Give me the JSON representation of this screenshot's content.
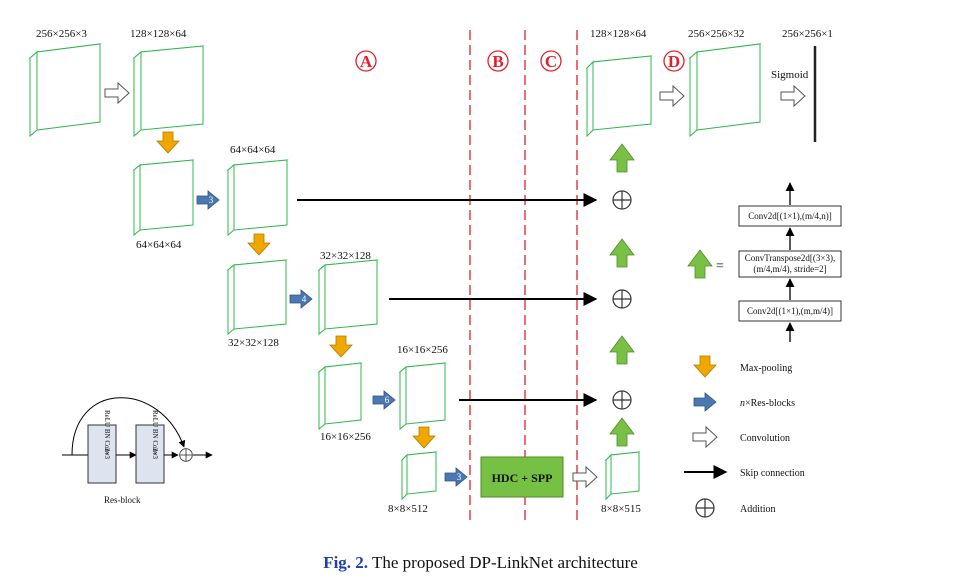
{
  "sections": [
    "A",
    "B",
    "C",
    "D"
  ],
  "dims": {
    "input": "256×256×3",
    "enc1": "128×128×64",
    "pool1": "64×64×64",
    "res1": "64×64×64",
    "pool2": "32×32×128",
    "res2": "32×32×128",
    "pool3": "16×16×256",
    "res3": "16×16×256",
    "pool4": "8×8×512",
    "dec_in": "8×8×515",
    "dec1": "128×128×64",
    "dec2": "256×256×32",
    "out": "256×256×1"
  },
  "res_counts": [
    "3",
    "4",
    "6",
    "3"
  ],
  "sigmoid_label": "Sigmoid",
  "center_block": "HDC + SPP",
  "decoder_expansion": {
    "equals": "=",
    "top": "Conv2d[(1×1),(m/4,n)]",
    "middle_line1": "ConvTranspose2d[(3×3),",
    "middle_line2": "(m/4,m/4), stride=2]",
    "bottom": "Conv2d[(1×1),(m,m/4)]"
  },
  "resblock": {
    "label": "Res-block",
    "layer_text": "ReLU BN Conv",
    "layer_text2": "3×3"
  },
  "legend": [
    {
      "icon": "max-pooling",
      "label": "Max-pooling"
    },
    {
      "icon": "res-blocks",
      "label": "n×Res-blocks",
      "prefix": "n",
      "suffix": "×Res-blocks"
    },
    {
      "icon": "convolution",
      "label": "Convolution"
    },
    {
      "icon": "skip",
      "label": "Skip connection"
    },
    {
      "icon": "addition",
      "label": "Addition"
    }
  ],
  "caption": {
    "prefix": "Fig. 2.",
    "text": " The proposed DP-LinkNet architecture"
  },
  "colors": {
    "block": "#2fb84a",
    "pool_arrow": "#f0a800",
    "res_arrow": "#4b78b0",
    "up_arrow": "#78c144",
    "center_fill": "#76c043",
    "dash": "#e0202a"
  }
}
